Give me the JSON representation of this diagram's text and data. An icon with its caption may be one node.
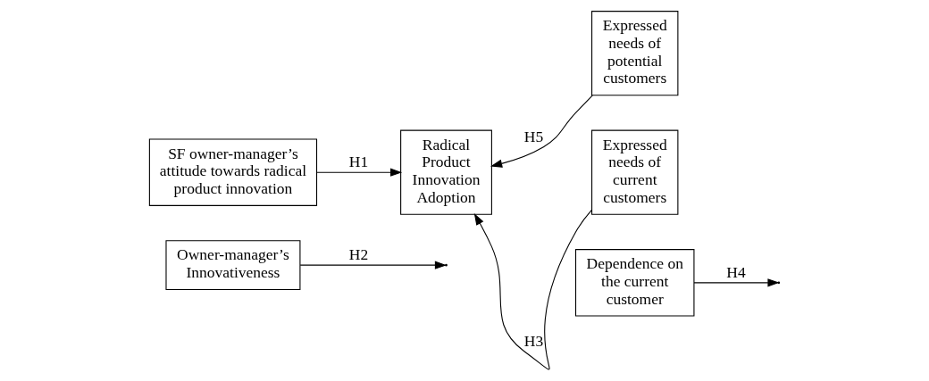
{
  "diagram": {
    "nodes": [
      {
        "text": [
          "Owner-manager’s Innovativeness"
        ]
      },
      {
        "text": [
          "SF owner-manager’s attitude towards radical product innovation"
        ]
      },
      {
        "text": [
          "Radical Product Innovation Adoption"
        ]
      },
      {
        "text": [
          "Expressed needs of potential customers"
        ]
      },
      {
        "text": [
          "Expressed needs of current customers"
        ]
      },
      {
        "text": [
          "Dependence on the current customer"
        ]
      }
    ],
    "edges": [
      {
        "from": 1,
        "to": 2,
        "arrow": "to",
        "label": "H1"
      },
      {
        "from": 0,
        "to": null,
        "arrow": "to",
        "label": "H2"
      },
      {
        "from": 3,
        "to": 2,
        "arrow": "to",
        "label": "H5"
      },
      {
        "from": 4,
        "to": 2,
        "arrow": "to",
        "label": "H3"
      },
      {
        "from": 5,
        "to": null,
        "arrow": "to",
        "label": "H4"
      }
    ]
  }
}
